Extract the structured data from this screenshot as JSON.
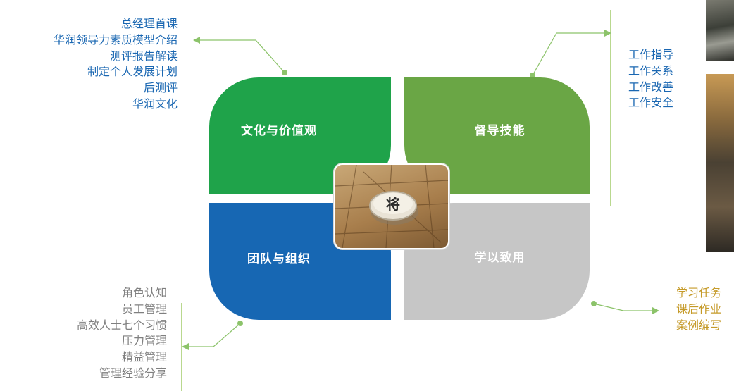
{
  "quadrants": {
    "top_left": {
      "label": "文化与价值观",
      "color": "#1fa34a"
    },
    "top_right": {
      "label": "督导技能",
      "color": "#6aa645"
    },
    "bottom_left": {
      "label": "团队与组织",
      "color": "#1767b3"
    },
    "bottom_right": {
      "label": "学以致用",
      "color": "#c6c6c6"
    }
  },
  "center_image": {
    "piece_label": "将"
  },
  "lists": {
    "top_left": {
      "color": "#1a67b2",
      "items": [
        "总经理首课",
        "华润领导力素质模型介绍",
        "测评报告解读",
        "制定个人发展计划",
        "后测评",
        "华润文化"
      ]
    },
    "top_right": {
      "color": "#1a67b2",
      "items": [
        "工作指导",
        "工作关系",
        "工作改善",
        "工作安全"
      ]
    },
    "bottom_left": {
      "color": "#7f7f7f",
      "items": [
        "角色认知",
        "员工管理",
        "高效人士七个习惯",
        "压力管理",
        "精益管理",
        "管理经验分享"
      ]
    },
    "bottom_right": {
      "color": "#c59a28",
      "items": [
        "学习任务",
        "课后作业",
        "案例编写"
      ]
    }
  },
  "connector_color": "#8cc36a"
}
